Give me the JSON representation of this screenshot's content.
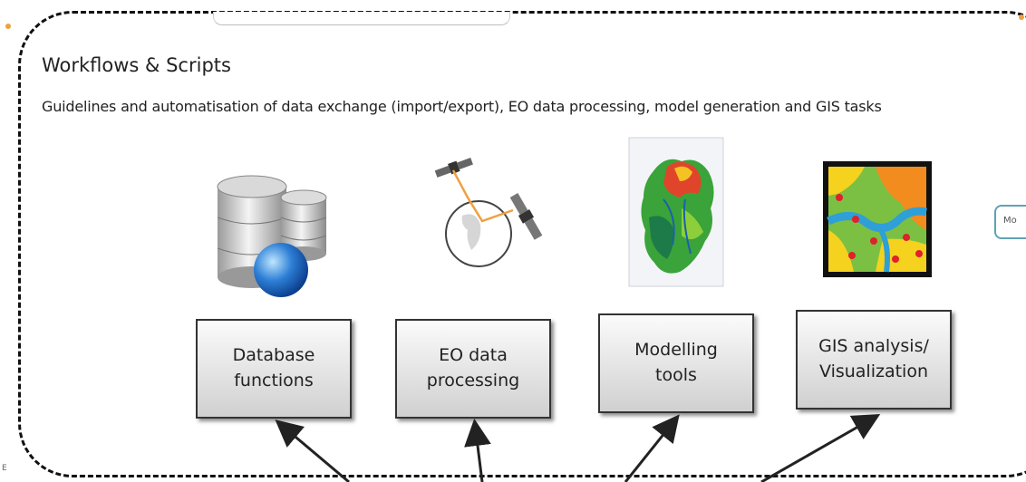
{
  "title": "Workflows & Scripts",
  "subtitle": "Guidelines and automatisation of data exchange (import/export), EO data processing, model generation and GIS tasks",
  "boxes": [
    {
      "label": "Database\nfunctions",
      "icon": "database-icon"
    },
    {
      "label": "EO data\nprocessing",
      "icon": "satellite-icon"
    },
    {
      "label": "Modelling\ntools",
      "icon": "terrain-model-icon"
    },
    {
      "label": "GIS analysis/\nVisualization",
      "icon": "gis-map-icon"
    }
  ],
  "side_tab": {
    "label": "Mo"
  },
  "corner_mark": "E",
  "colors": {
    "frame": "#111111",
    "box_fill": "#e2e2e2",
    "orbit_line": "#f0a040",
    "river": "#2f9fd8",
    "map_points": "#e0202a",
    "side_tab_border": "#5ea3b6"
  }
}
